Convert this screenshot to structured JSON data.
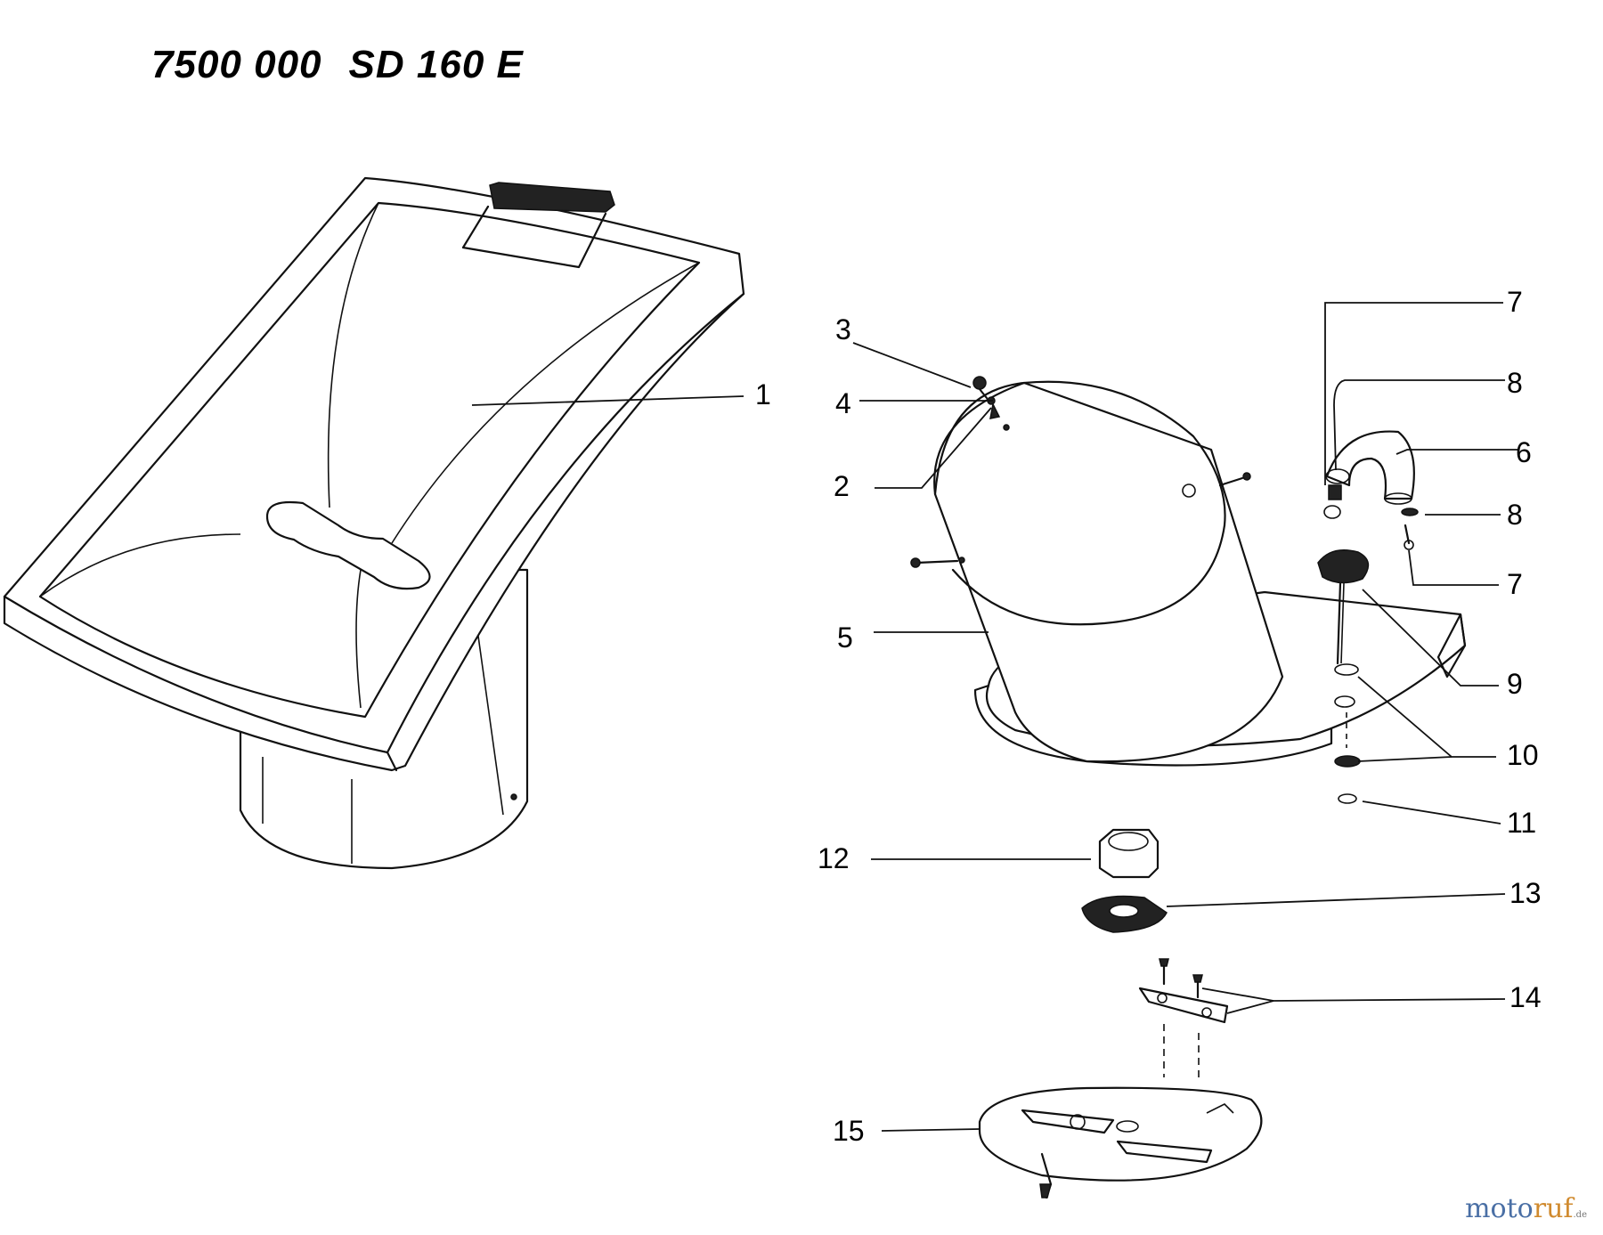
{
  "header": {
    "part_number": "7500 000",
    "model": "SD 160 E"
  },
  "callouts": [
    {
      "id": "c1",
      "label": "1"
    },
    {
      "id": "c2",
      "label": "2"
    },
    {
      "id": "c3",
      "label": "3"
    },
    {
      "id": "c4",
      "label": "4"
    },
    {
      "id": "c5",
      "label": "5"
    },
    {
      "id": "c6",
      "label": "6"
    },
    {
      "id": "c7a",
      "label": "7"
    },
    {
      "id": "c7b",
      "label": "7"
    },
    {
      "id": "c8a",
      "label": "8"
    },
    {
      "id": "c8b",
      "label": "8"
    },
    {
      "id": "c9",
      "label": "9"
    },
    {
      "id": "c10",
      "label": "10"
    },
    {
      "id": "c11",
      "label": "11"
    },
    {
      "id": "c12",
      "label": "12"
    },
    {
      "id": "c13",
      "label": "13"
    },
    {
      "id": "c14",
      "label": "14"
    },
    {
      "id": "c15",
      "label": "15"
    }
  ],
  "watermark": {
    "part_a": "moto",
    "part_b": "ruf",
    "tld": ".de"
  }
}
